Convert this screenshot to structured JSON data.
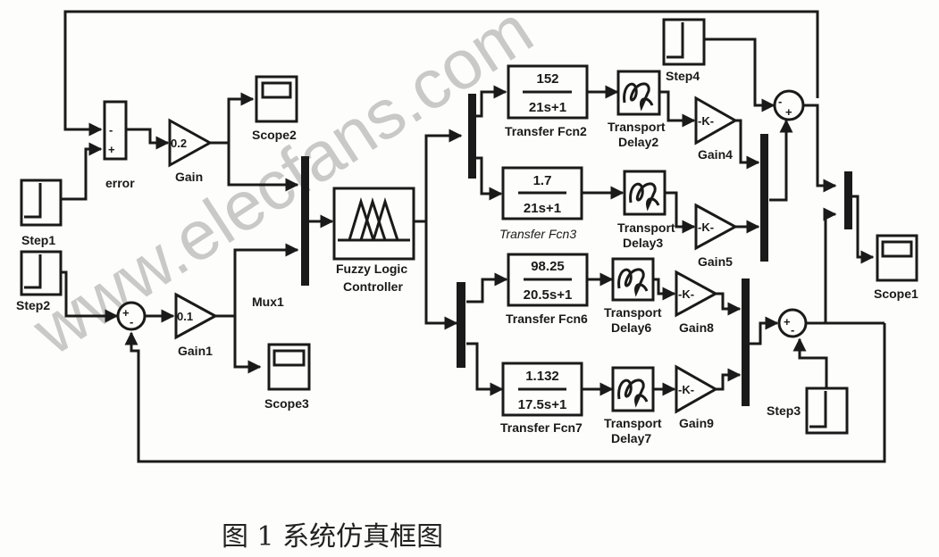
{
  "figure": {
    "caption": "图 1  系统仿真框图",
    "watermark": "www.elecfans.com"
  },
  "blocks": {
    "step1": "Step1",
    "step2": "Step2",
    "step3": "Step3",
    "step4": "Step4",
    "error_sum": "error",
    "error_signs": [
      "-",
      "+"
    ],
    "gain": {
      "label": "Gain",
      "value": "0.2"
    },
    "gain1": {
      "label": "Gain1",
      "value": "0.1"
    },
    "sum2_signs": [
      "+",
      "-"
    ],
    "scope1": "Scope1",
    "scope2": "Scope2",
    "scope3": "Scope3",
    "mux1": "Mux1",
    "flc": {
      "line1": "Fuzzy Logic",
      "line2": "Controller"
    },
    "tf2": {
      "label": "Transfer Fcn2",
      "num": "152",
      "den": "21s+1"
    },
    "tf3": {
      "label": "Transfer Fcn3",
      "num": "1.7",
      "den": "21s+1"
    },
    "tf6": {
      "label": "Transfer Fcn6",
      "num": "98.25",
      "den": "20.5s+1"
    },
    "tf7": {
      "label": "Transfer Fcn7",
      "num": "1.132",
      "den": "17.5s+1"
    },
    "td2": {
      "line1": "Transport",
      "line2": "Delay2"
    },
    "td3": {
      "line1": "Transport",
      "line2": "Delay3"
    },
    "td6": {
      "line1": "Transport",
      "line2": "Delay6"
    },
    "td7": {
      "line1": "Transport",
      "line2": "Delay7"
    },
    "gain4": {
      "label": "Gain4",
      "value": "-K-"
    },
    "gain5": {
      "label": "Gain5",
      "value": "-K-"
    },
    "gain8": {
      "label": "Gain8",
      "value": "-K-"
    },
    "gain9": {
      "label": "Gain9",
      "value": "-K-"
    },
    "sum_top_signs": [
      "-",
      "+"
    ],
    "sum_bot_signs": [
      "+",
      "-"
    ]
  }
}
